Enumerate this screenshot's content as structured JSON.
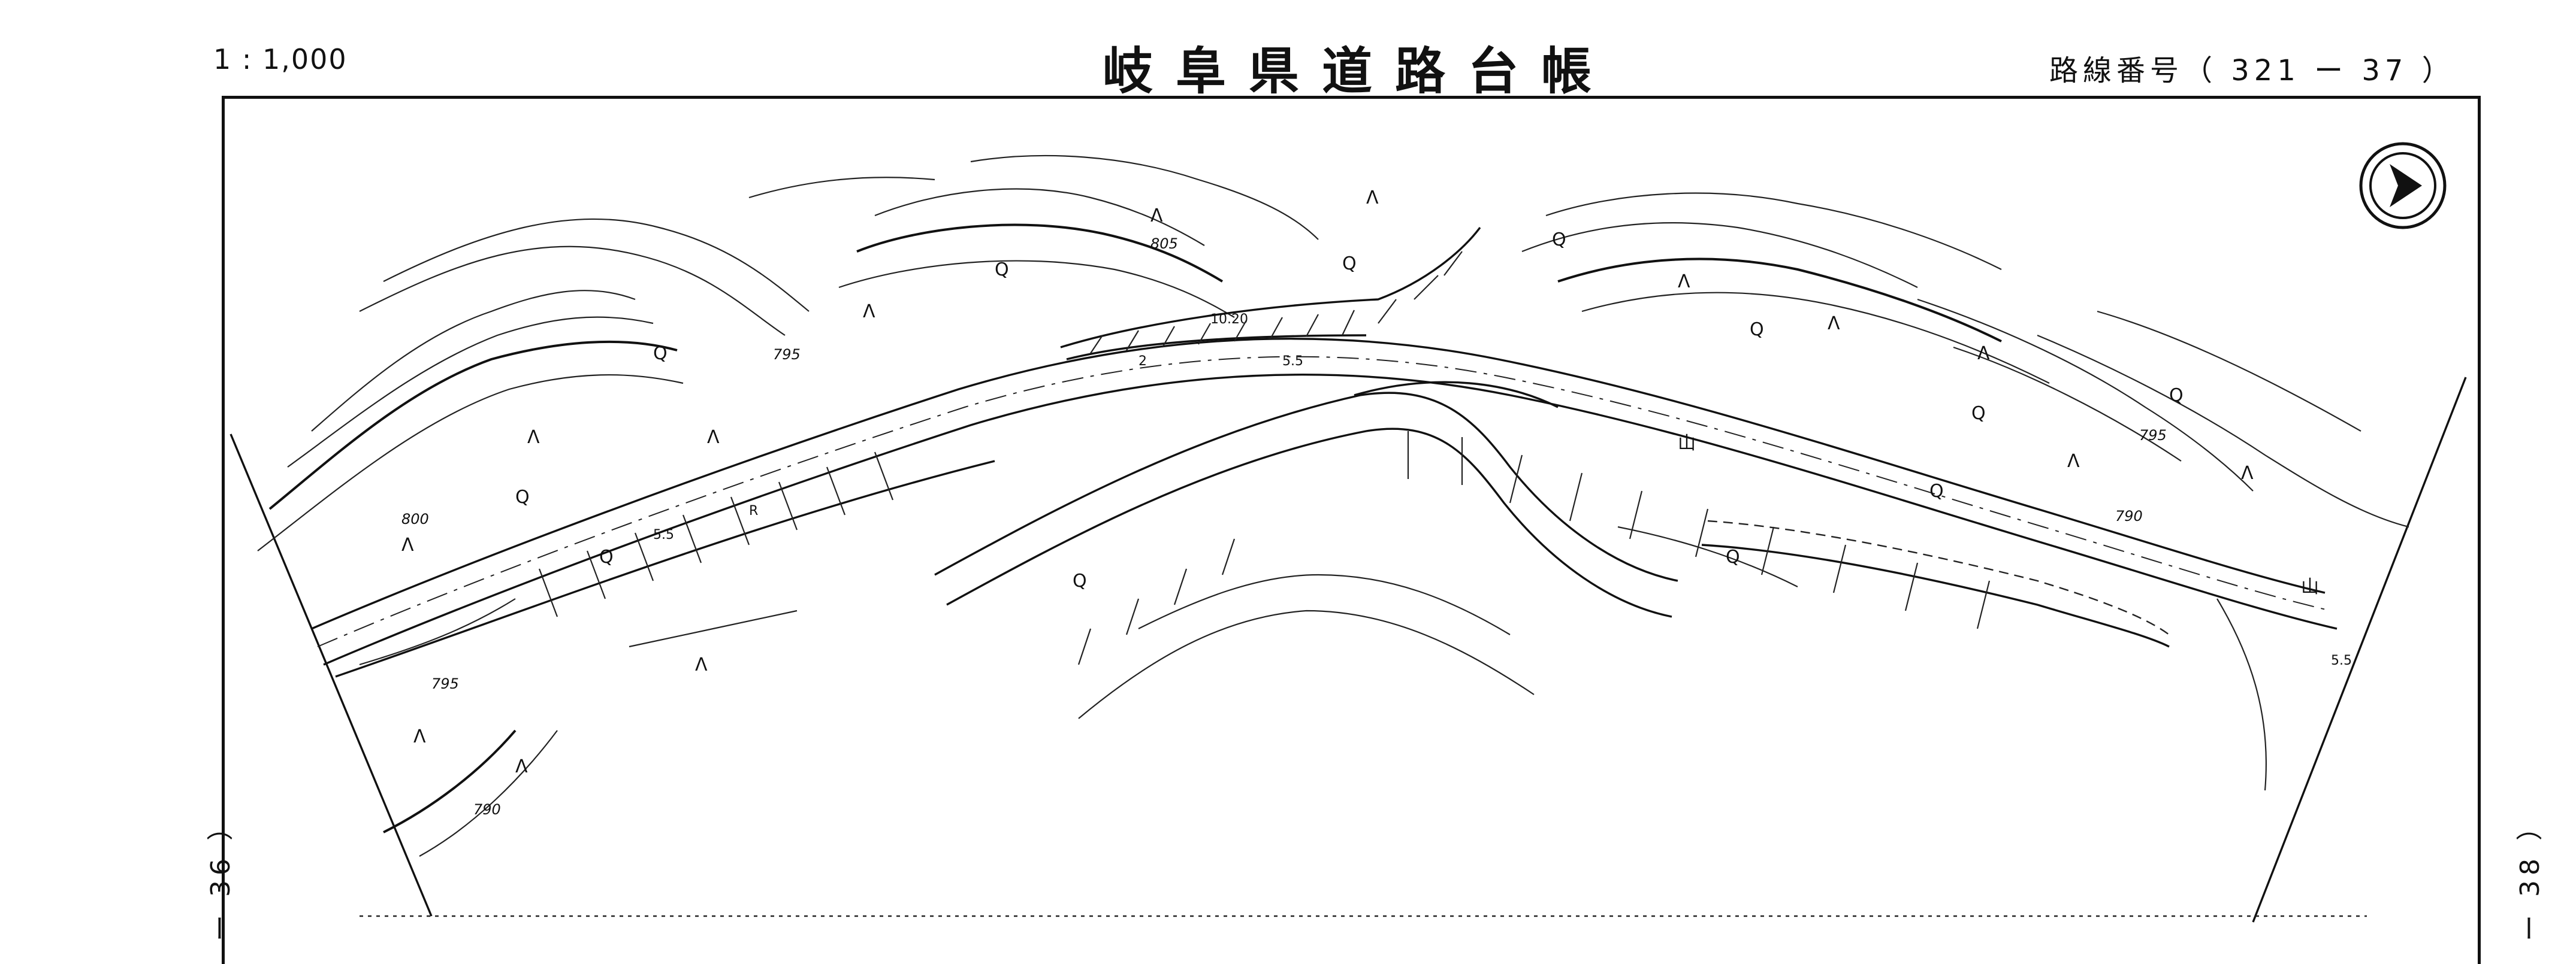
{
  "header": {
    "scale": "1 : 1,000",
    "title": "岐阜県道路台帳",
    "route": "路線番号（ 321 ー 37 ）"
  },
  "page_refs": {
    "left": "ー 36 ）",
    "right": "ー 38 ）"
  },
  "map": {
    "north_arrow_icon": "north-arrow-icon",
    "contour_labels": [
      "805",
      "795",
      "800",
      "795",
      "790",
      "795",
      "790"
    ],
    "annotations": [
      "2",
      "5.5",
      "5.5",
      "5.5",
      "10.20",
      "R"
    ],
    "symbols": {
      "forest": "Λ",
      "field": "Q",
      "mountain": "山"
    }
  }
}
